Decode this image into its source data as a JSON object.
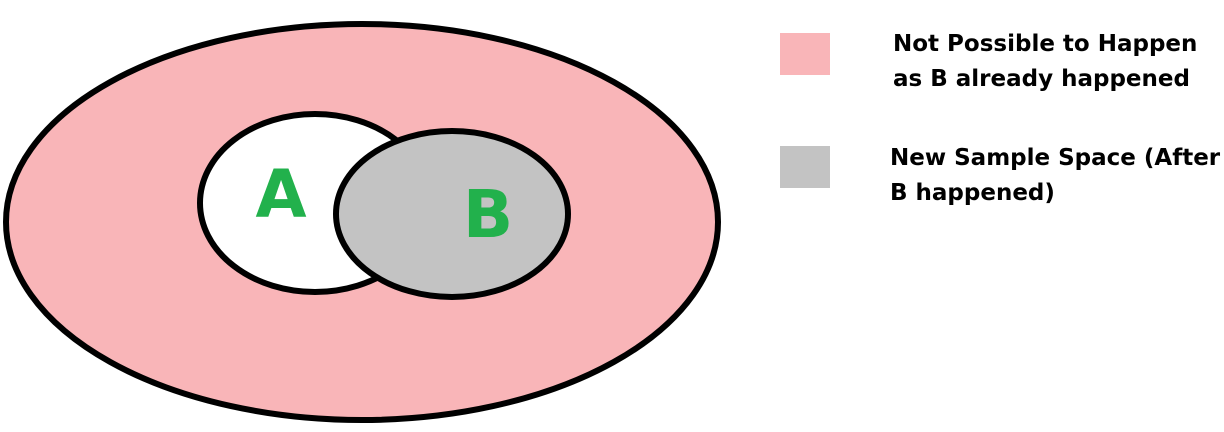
{
  "diagram": {
    "set_a_label": "A",
    "set_b_label": "B"
  },
  "legend": {
    "impossible": {
      "lines": [
        "Not Possible to Happen",
        "as B already happened"
      ],
      "color": "#f9b5b8"
    },
    "new_sample_space": {
      "lines": [
        "New Sample Space (After",
        "B happened)"
      ],
      "color": "#c3c3c3"
    }
  },
  "colors": {
    "outline": "#000000",
    "set_a_fill": "#ffffff",
    "label_text": "#22b14c"
  }
}
